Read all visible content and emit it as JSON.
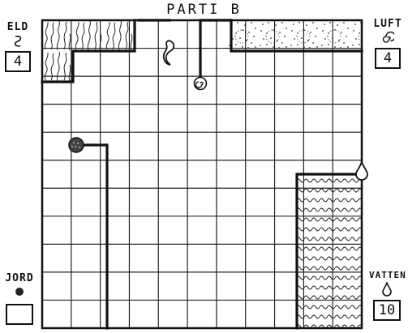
{
  "title": "PARTI B",
  "players": {
    "eld": {
      "label": "ELD",
      "score": "4",
      "icon": "fire-swirl-icon"
    },
    "luft": {
      "label": "LUFT",
      "score": "4",
      "icon": "air-spiral-icon"
    },
    "jord": {
      "label": "JORD",
      "score": "",
      "icon": "earth-dot-icon"
    },
    "vatten": {
      "label": "VATTEN",
      "score": "10",
      "icon": "water-drop-icon"
    }
  },
  "board": {
    "columns": 11,
    "rows": 11
  }
}
